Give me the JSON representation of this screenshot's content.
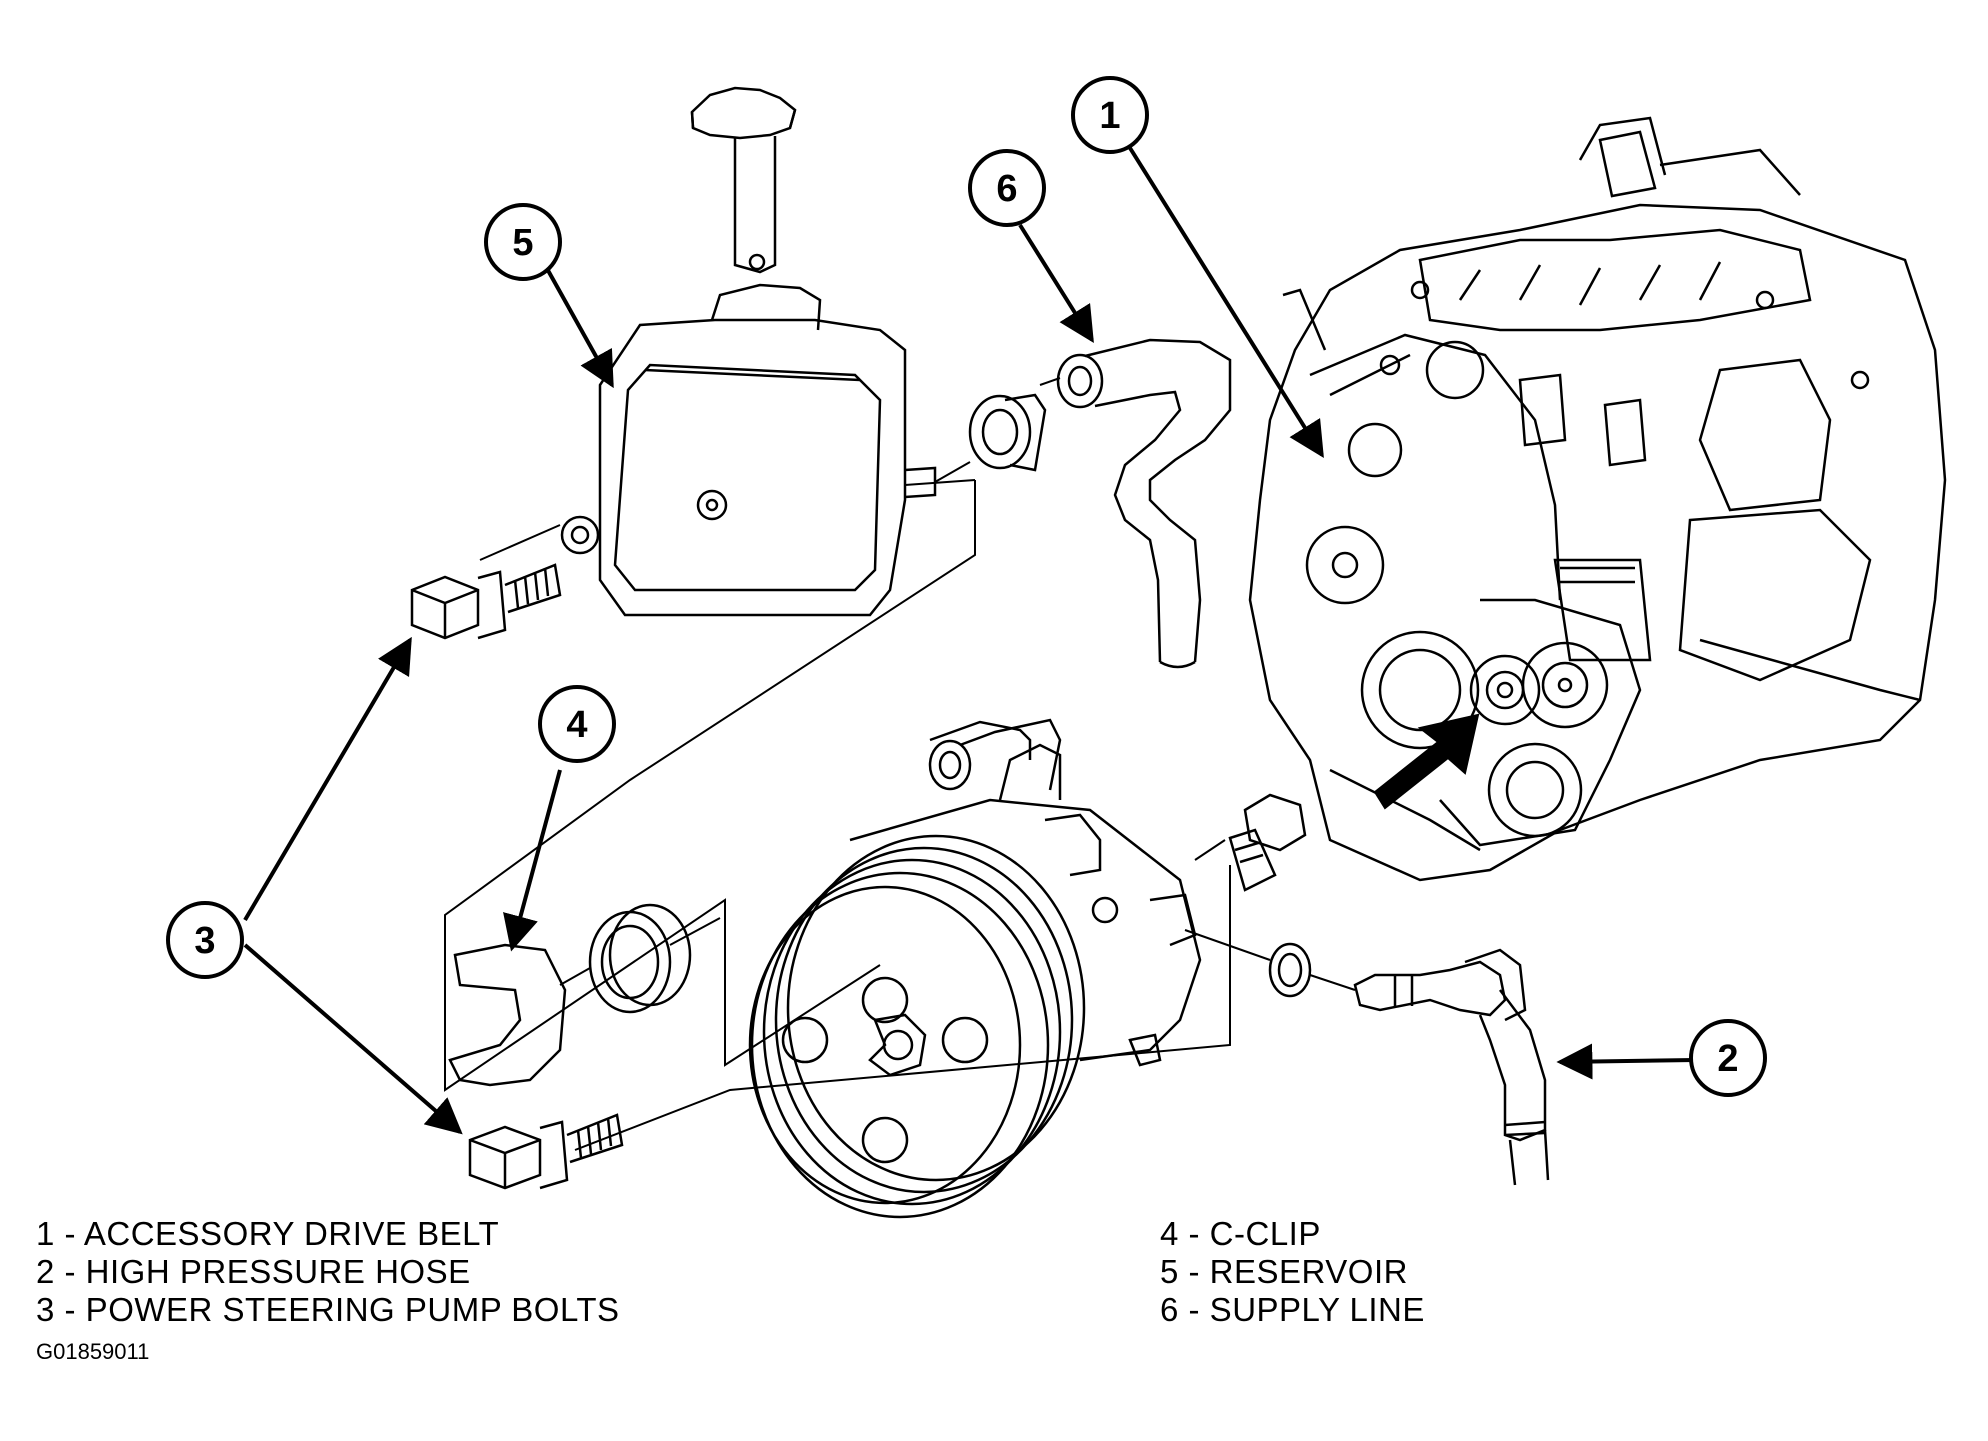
{
  "callouts": [
    {
      "num": "1"
    },
    {
      "num": "2"
    },
    {
      "num": "3"
    },
    {
      "num": "4"
    },
    {
      "num": "5"
    },
    {
      "num": "6"
    }
  ],
  "legend": [
    {
      "text": "1 - ACCESSORY DRIVE BELT"
    },
    {
      "text": "2 - HIGH PRESSURE HOSE"
    },
    {
      "text": "3 - POWER STEERING PUMP BOLTS"
    },
    {
      "text": "4 - C-CLIP"
    },
    {
      "text": "5 - RESERVOIR"
    },
    {
      "text": "6 - SUPPLY LINE"
    }
  ],
  "figure_code": "G01859011"
}
